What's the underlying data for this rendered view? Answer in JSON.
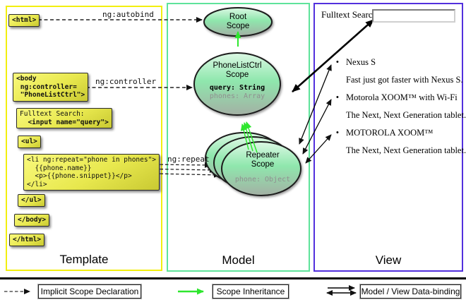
{
  "columns": {
    "template_title": "Template",
    "model_title": "Model",
    "view_title": "View"
  },
  "template": {
    "html_open": "<html>",
    "body_open_lines": [
      "<body",
      " ng:controller=",
      " \"PhoneListCtrl\">"
    ],
    "fulltext_label": "Fulltext Search:",
    "fulltext_input": "  <input name=\"query\">",
    "ul_open": "<ul>",
    "li_lines": [
      "<li ng:repeat=\"phone in phones\">",
      "  {{phone.name}}",
      "  <p>{{phone.snippet}}</p>",
      "</li>"
    ],
    "ul_close": "</ul>",
    "body_close": "</body>",
    "html_close": "</html>",
    "labels": {
      "autobind": "ng:autobind",
      "controller": "ng:controller",
      "repeat": "ng:repeat"
    }
  },
  "model": {
    "root_scope": {
      "title": "Root Scope"
    },
    "phonelist_scope": {
      "title": "PhoneListCtrl Scope",
      "prop_query": "query: String",
      "prop_phones": "phones: Array"
    },
    "repeater_scope": {
      "title": "Repeater Scope",
      "prop_phone": "phone: Object"
    }
  },
  "view": {
    "search_label": "Fulltext Search:",
    "search_value": "",
    "bullet": "•",
    "items": [
      {
        "name": "Nexus S",
        "snippet": "Fast just got faster with Nexus S."
      },
      {
        "name": "Motorola XOOM™ with Wi-Fi",
        "snippet": "The Next, Next Generation tablet."
      },
      {
        "name": "MOTOROLA XOOM™",
        "snippet": "The Next, Next Generation tablet."
      }
    ]
  },
  "legend": {
    "implicit": "Implicit Scope Declaration",
    "inheritance": "Scope Inheritance",
    "binding": "Model / View Data-binding"
  },
  "colors": {
    "template_border": "#f2ef0f",
    "model_border": "#5fe39b",
    "view_border": "#5230dd",
    "arrow_green": "#2ee62e",
    "code_box_yellow": "#e8e84e"
  }
}
